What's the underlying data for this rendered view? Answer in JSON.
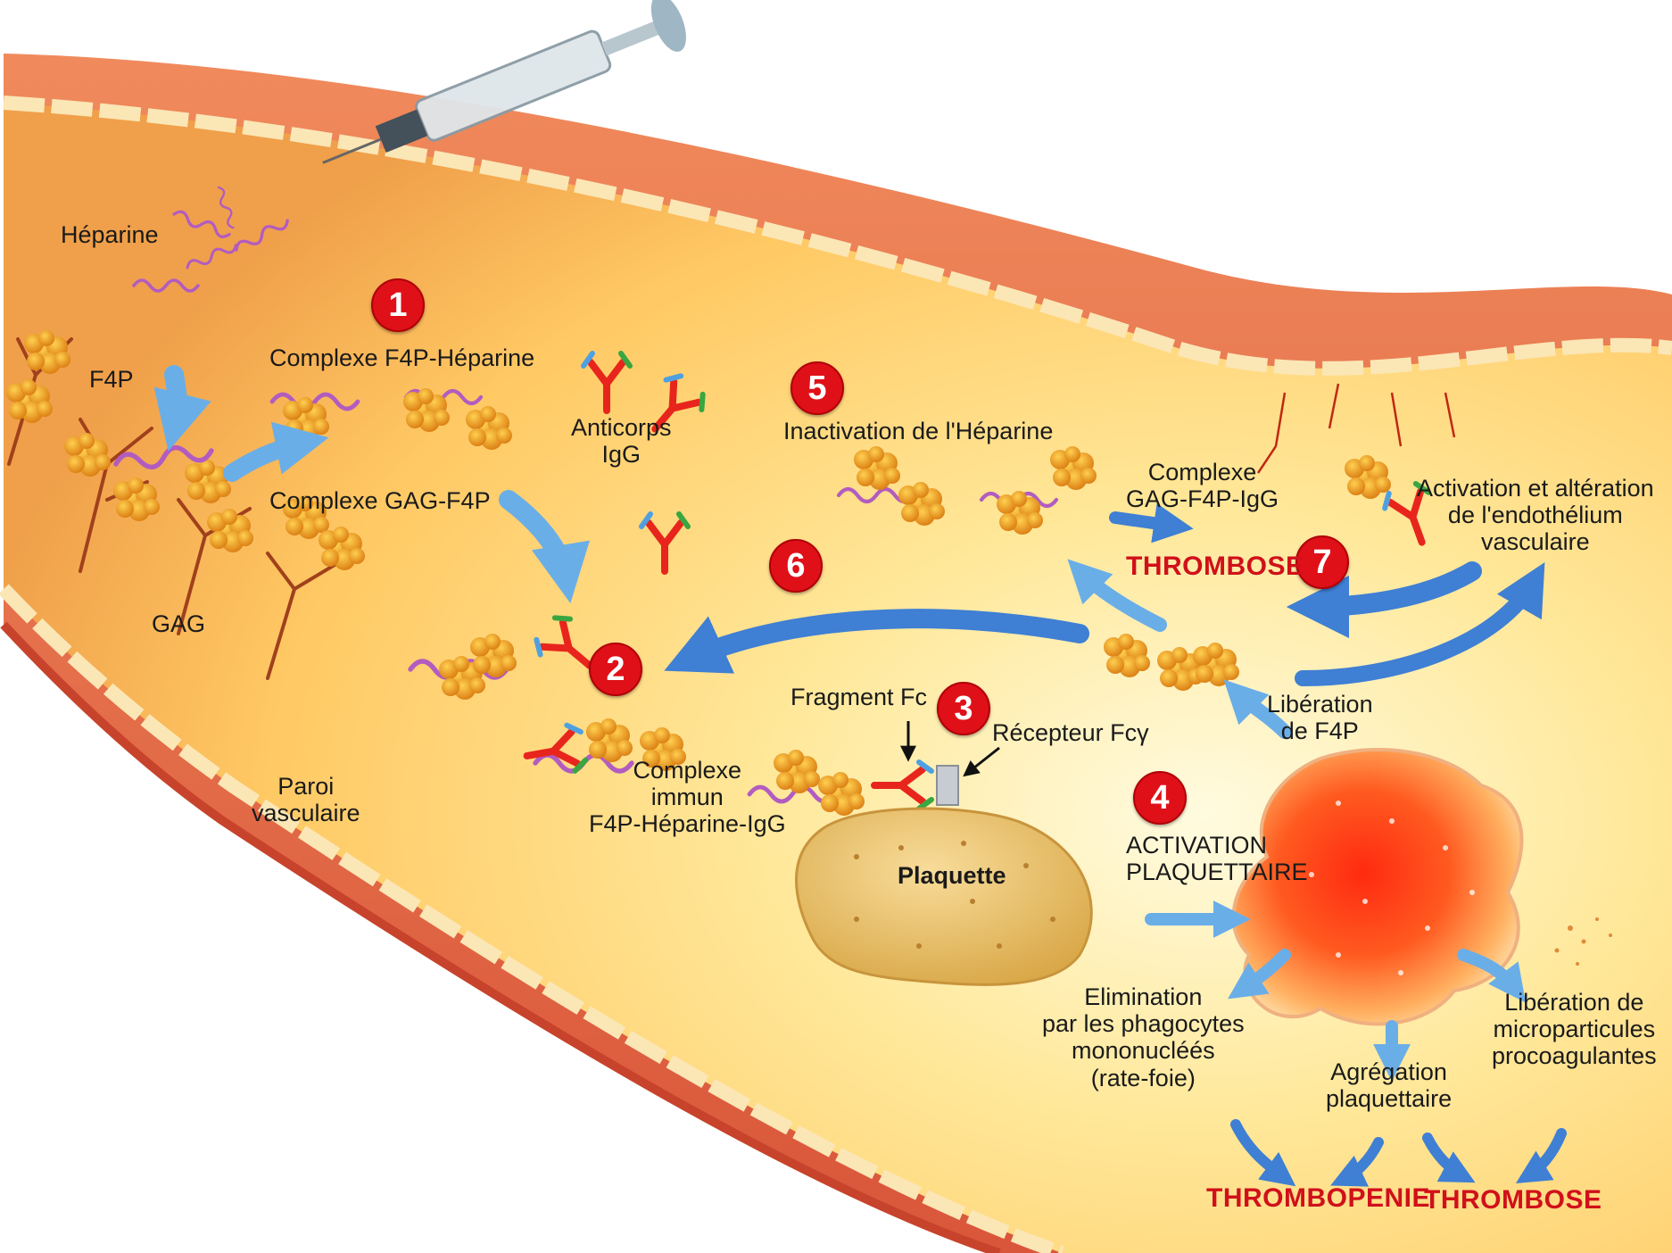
{
  "labels": {
    "heparine": "Héparine",
    "f4p": "F4P",
    "complexe_f4p_heparine": "Complexe F4P-Héparine",
    "complexe_gag_f4p": "Complexe GAG-F4P",
    "gag": "GAG",
    "paroi_1": "Paroi",
    "paroi_2": "vasculaire",
    "anticorps_1": "Anticorps",
    "anticorps_2": "IgG",
    "inactivation": "Inactivation de l'Héparine",
    "complexe_gag_igg_1": "Complexe",
    "complexe_gag_igg_2": "GAG-F4P-IgG",
    "thrombose_top": "THROMBOSE",
    "activation_endo_1": "Activation et altération",
    "activation_endo_2": "de l'endothélium",
    "activation_endo_3": "vasculaire",
    "fragment_fc": "Fragment Fc",
    "recepteur": "Récepteur Fcγ",
    "complexe_immun_1": "Complexe",
    "complexe_immun_2": "immun",
    "complexe_immun_3": "F4P-Héparine-IgG",
    "plaquette": "Plaquette",
    "liberation_f4p_1": "Libération",
    "liberation_f4p_2": "de F4P",
    "activation_plaq_1": "ACTIVATION",
    "activation_plaq_2": "PLAQUETTAIRE",
    "elimination_1": "Elimination",
    "elimination_2": "par les phagocytes",
    "elimination_3": "mononucléés",
    "elimination_4": "(rate-foie)",
    "agregation_1": "Agrégation",
    "agregation_2": "plaquettaire",
    "microparticules_1": "Libération de",
    "microparticules_2": "microparticules",
    "microparticules_3": "procoagulantes",
    "thrombopenie": "THROMBOPENIE",
    "thrombose_bottom": "THROMBOSE"
  },
  "steps": [
    "1",
    "2",
    "3",
    "4",
    "5",
    "6",
    "7"
  ],
  "colors": {
    "vessel_wall": "#e2683e",
    "vessel_wall_dark": "#c8432b",
    "endothelium": "#fbe6b6",
    "lumen_light": "#fff6cc",
    "lumen_mid": "#ffd470",
    "lumen_edge": "#f2a64a",
    "heparin": "#b25cc0",
    "f4p": "#f0a020",
    "antibody": "#e8251c",
    "fc_green": "#3aa640",
    "fc_blue": "#4fa0e0",
    "arrow_blue": "#3f7fd4",
    "step_red": "#e01018",
    "thrombo_red": "#d0101a",
    "platelet": "#e8c070",
    "activated_platelet": "#ff4a1e"
  },
  "icons": [
    "syringe-icon",
    "heparin-strand-icon",
    "f4p-cluster-icon",
    "igg-antibody-icon",
    "gag-branch-icon",
    "receptor-icon",
    "platelet-icon",
    "activated-platelet-icon"
  ]
}
